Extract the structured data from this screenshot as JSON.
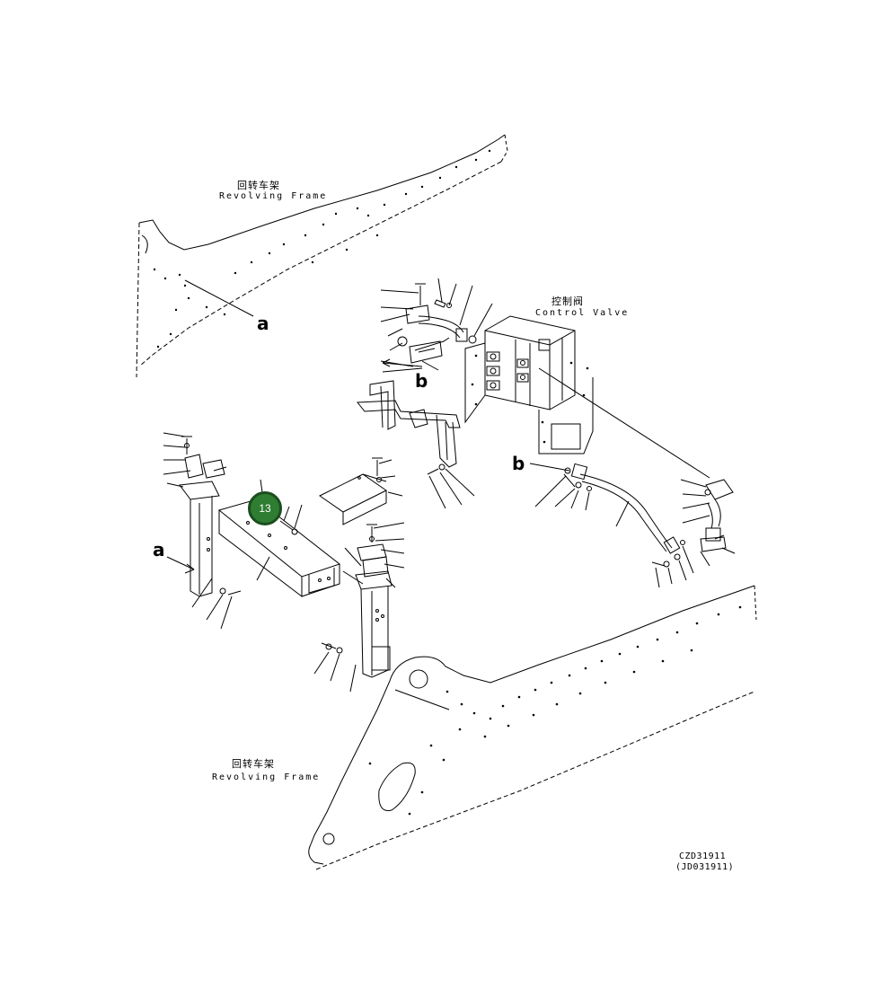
{
  "labels": {
    "frame_top_cn": "回转车架",
    "frame_top_en": "Revolving Frame",
    "valve_cn": "控制阀",
    "valve_en": "Control Valve",
    "frame_bottom_cn": "回转车架",
    "frame_bottom_en": "Revolving Frame"
  },
  "view_letters": {
    "a_top": "a",
    "a_left": "a",
    "b_top": "b",
    "b_right": "b"
  },
  "callout": {
    "number": "13",
    "color": "#2e7d32"
  },
  "drawing_code": {
    "code": "CZD31911",
    "alt_code": "(JD031911)"
  }
}
